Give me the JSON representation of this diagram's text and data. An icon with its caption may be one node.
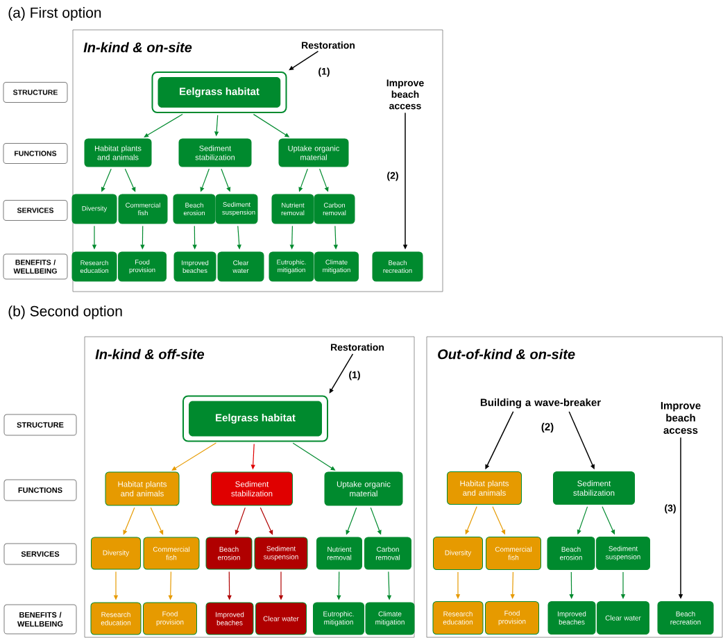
{
  "diagram": {
    "nodes": [
      {
        "text": [
          "In-kind & on-site"
        ]
      },
      {
        "text": [
          "Restoration"
        ],
        "in": 0
      },
      {
        "text": [
          "Eelgrass habitat"
        ],
        "in": 0
      },
      {
        "text": [
          "Improve beach access"
        ],
        "in": 0
      },
      {
        "text": [
          "Habitat plants and animals"
        ],
        "in": 0
      },
      {
        "text": [
          "Sediment stabilization"
        ],
        "in": 0
      },
      {
        "text": [
          "Uptake organic material"
        ],
        "in": 0
      },
      {
        "text": [
          "Diversity"
        ],
        "in": 0
      },
      {
        "text": [
          "Commercial fish"
        ],
        "in": 0
      },
      {
        "text": [
          "Beach erosion"
        ],
        "in": 0
      },
      {
        "text": [
          "Sediment suspension"
        ],
        "in": 0
      },
      {
        "text": [
          "Nutrient removal"
        ],
        "in": 0
      },
      {
        "text": [
          "Carbon removal"
        ],
        "in": 0
      },
      {
        "text": [
          "Research education"
        ],
        "in": 0
      },
      {
        "text": [
          "Food provision"
        ],
        "in": 0
      },
      {
        "text": [
          "Improved beaches"
        ],
        "in": 0
      },
      {
        "text": [
          "Clear water"
        ],
        "in": 0
      },
      {
        "text": [
          "Eutrophic. mitigation"
        ],
        "in": 0
      },
      {
        "text": [
          "Climate mitigation"
        ],
        "in": 0
      },
      {
        "text": [
          "Beach recreation"
        ],
        "in": 0
      },
      {
        "text": [
          "STRUCTURE"
        ]
      },
      {
        "text": [
          "FUNCTIONS"
        ]
      },
      {
        "text": [
          "SERVICES"
        ]
      },
      {
        "text": [
          "BENEFITS / WELLBEING"
        ]
      },
      {
        "text": [
          "In-kind & off-site"
        ]
      },
      {
        "text": [
          "Restoration"
        ],
        "in": 24
      },
      {
        "text": [
          "Eelgrass habitat"
        ],
        "in": 24
      },
      {
        "text": [
          "Habitat plants and animals"
        ],
        "in": 24
      },
      {
        "text": [
          "Sediment stabilization"
        ],
        "in": 24
      },
      {
        "text": [
          "Uptake organic material"
        ],
        "in": 24
      },
      {
        "text": [
          "Diversity"
        ],
        "in": 24
      },
      {
        "text": [
          "Commercial fish"
        ],
        "in": 24
      },
      {
        "text": [
          "Beach erosion"
        ],
        "in": 24
      },
      {
        "text": [
          "Sediment suspension"
        ],
        "in": 24
      },
      {
        "text": [
          "Nutrient removal"
        ],
        "in": 24
      },
      {
        "text": [
          "Carbon removal"
        ],
        "in": 24
      },
      {
        "text": [
          "Research education"
        ],
        "in": 24
      },
      {
        "text": [
          "Food provision"
        ],
        "in": 24
      },
      {
        "text": [
          "Improved beaches"
        ],
        "in": 24
      },
      {
        "text": [
          "Clear water"
        ],
        "in": 24
      },
      {
        "text": [
          "Eutrophic. mitigation"
        ],
        "in": 24
      },
      {
        "text": [
          "Climate mitigation"
        ],
        "in": 24
      },
      {
        "text": [
          "Out-of-kind & on-site"
        ]
      },
      {
        "text": [
          "Building a wave-breaker"
        ],
        "in": 42
      },
      {
        "text": [
          "Improve beach access"
        ],
        "in": 42
      },
      {
        "text": [
          "Habitat plants and animals"
        ],
        "in": 42
      },
      {
        "text": [
          "Sediment stabilization"
        ],
        "in": 42
      },
      {
        "text": [
          "Diversity"
        ],
        "in": 42
      },
      {
        "text": [
          "Commercial fish"
        ],
        "in": 42
      },
      {
        "text": [
          "Beach erosion"
        ],
        "in": 42
      },
      {
        "text": [
          "Sediment suspension"
        ],
        "in": 42
      },
      {
        "text": [
          "Research education"
        ],
        "in": 42
      },
      {
        "text": [
          "Food provision"
        ],
        "in": 42
      },
      {
        "text": [
          "Improved beaches"
        ],
        "in": 42
      },
      {
        "text": [
          "Clear water"
        ],
        "in": 42
      },
      {
        "text": [
          "Beach recreation"
        ],
        "in": 42
      },
      {
        "text": [
          "STRUCTURE"
        ]
      },
      {
        "text": [
          "FUNCTIONS"
        ]
      },
      {
        "text": [
          "SERVICES"
        ]
      },
      {
        "text": [
          "BENEFITS / WELLBEING"
        ]
      }
    ],
    "edges": [
      {
        "from": 1,
        "to": 2,
        "arrow": "to",
        "label": "(1)",
        "color": "#000000"
      },
      {
        "from": 2,
        "to": 4,
        "arrow": "to"
      },
      {
        "from": 2,
        "to": 5,
        "arrow": "to"
      },
      {
        "from": 2,
        "to": 6,
        "arrow": "to"
      },
      {
        "from": 4,
        "to": 7,
        "arrow": "to"
      },
      {
        "from": 4,
        "to": 8,
        "arrow": "to"
      },
      {
        "from": 5,
        "to": 9,
        "arrow": "to"
      },
      {
        "from": 5,
        "to": 10,
        "arrow": "to"
      },
      {
        "from": 6,
        "to": 11,
        "arrow": "to"
      },
      {
        "from": 6,
        "to": 12,
        "arrow": "to"
      },
      {
        "from": 7,
        "to": 13,
        "arrow": "to"
      },
      {
        "from": 8,
        "to": 14,
        "arrow": "to"
      },
      {
        "from": 9,
        "to": 15,
        "arrow": "to"
      },
      {
        "from": 10,
        "to": 16,
        "arrow": "to"
      },
      {
        "from": 11,
        "to": 17,
        "arrow": "to"
      },
      {
        "from": 12,
        "to": 18,
        "arrow": "to"
      },
      {
        "from": 3,
        "to": 19,
        "arrow": "to",
        "label": "(2)",
        "color": "#000000"
      },
      {
        "from": 25,
        "to": 26,
        "arrow": "to",
        "label": "(1)",
        "color": "#000000"
      },
      {
        "from": 26,
        "to": 27,
        "arrow": "to",
        "color": "#e69a00"
      },
      {
        "from": 26,
        "to": 28,
        "arrow": "to",
        "color": "#e00000"
      },
      {
        "from": 26,
        "to": 29,
        "arrow": "to"
      },
      {
        "from": 27,
        "to": 30,
        "arrow": "to",
        "color": "#e69a00"
      },
      {
        "from": 27,
        "to": 31,
        "arrow": "to",
        "color": "#e69a00"
      },
      {
        "from": 28,
        "to": 32,
        "arrow": "to",
        "color": "#b00000"
      },
      {
        "from": 28,
        "to": 33,
        "arrow": "to",
        "color": "#b00000"
      },
      {
        "from": 29,
        "to": 34,
        "arrow": "to"
      },
      {
        "from": 29,
        "to": 35,
        "arrow": "to"
      },
      {
        "from": 30,
        "to": 36,
        "arrow": "to",
        "color": "#e69a00"
      },
      {
        "from": 31,
        "to": 37,
        "arrow": "to",
        "color": "#e69a00"
      },
      {
        "from": 32,
        "to": 38,
        "arrow": "to",
        "color": "#b00000"
      },
      {
        "from": 33,
        "to": 39,
        "arrow": "to",
        "color": "#b00000"
      },
      {
        "from": 34,
        "to": 40,
        "arrow": "to"
      },
      {
        "from": 35,
        "to": 41,
        "arrow": "to"
      },
      {
        "from": 43,
        "to": 45,
        "arrow": "to",
        "color": "#000000"
      },
      {
        "from": 43,
        "to": 46,
        "arrow": "to",
        "color": "#000000"
      },
      {
        "from": 45,
        "to": 47,
        "arrow": "to",
        "color": "#e69a00"
      },
      {
        "from": 45,
        "to": 48,
        "arrow": "to",
        "color": "#e69a00"
      },
      {
        "from": 46,
        "to": 49,
        "arrow": "to"
      },
      {
        "from": 46,
        "to": 50,
        "arrow": "to"
      },
      {
        "from": 47,
        "to": 51,
        "arrow": "to",
        "color": "#e69a00"
      },
      {
        "from": 48,
        "to": 52,
        "arrow": "to",
        "color": "#e69a00"
      },
      {
        "from": 49,
        "to": 53,
        "arrow": "to"
      },
      {
        "from": 50,
        "to": 54,
        "arrow": "to"
      },
      {
        "from": 44,
        "to": 55,
        "arrow": "to",
        "label": "(3)",
        "color": "#000000"
      }
    ],
    "labels": [
      "(a) First option",
      "(b) Second option",
      "(2)"
    ]
  }
}
